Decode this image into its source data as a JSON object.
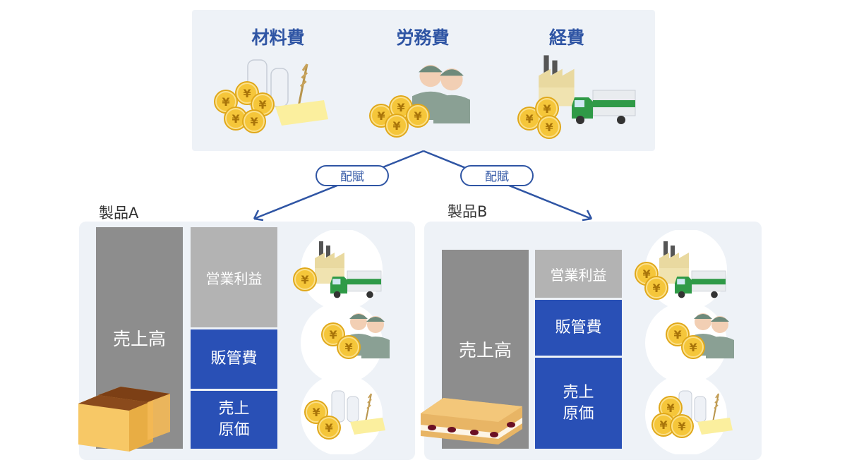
{
  "cost_categories": [
    {
      "label": "材料費",
      "icon": "materials-icon"
    },
    {
      "label": "労務費",
      "icon": "workers-icon"
    },
    {
      "label": "経費",
      "icon": "factory-truck-icon"
    }
  ],
  "allocation_label": "配賦",
  "products": [
    {
      "name": "製品A",
      "sales_label": "売上高",
      "operating_profit_label": "営業利益",
      "sga_label": "販管費",
      "cogs_label": "売上\n原価",
      "image": "castella-cake-icon"
    },
    {
      "name": "製品B",
      "sales_label": "売上高",
      "operating_profit_label": "営業利益",
      "sga_label": "販管費",
      "cogs_label": "売上\n原価",
      "image": "sandwich-cookie-icon"
    }
  ],
  "colors": {
    "accent": "#2f55a4",
    "bar_blue": "#2950b6",
    "bar_gray": "#8d8d8d",
    "bar_light_gray": "#b3b3b3",
    "coin": "#f3c12e",
    "panel_bg": "#eef2f7"
  }
}
